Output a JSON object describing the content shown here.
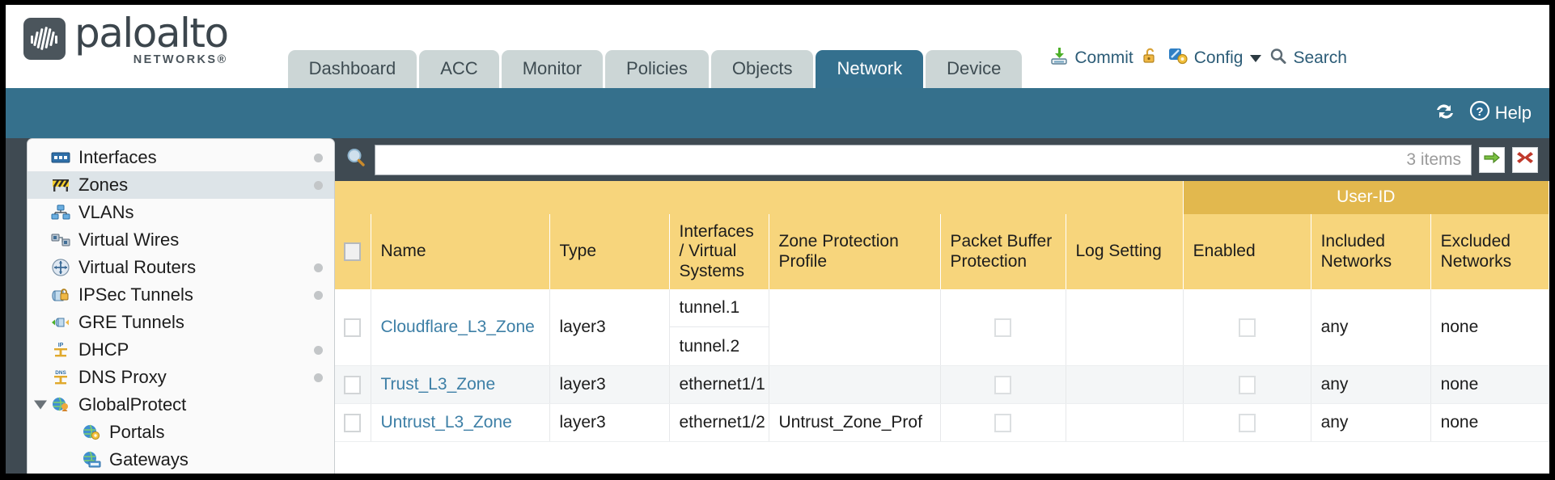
{
  "brand": {
    "name": "paloalto",
    "sub": "NETWORKS®",
    "logo_icon": "paloalto-logo-icon"
  },
  "tabs": [
    {
      "label": "Dashboard",
      "active": false
    },
    {
      "label": "ACC",
      "active": false
    },
    {
      "label": "Monitor",
      "active": false
    },
    {
      "label": "Policies",
      "active": false
    },
    {
      "label": "Objects",
      "active": false
    },
    {
      "label": "Network",
      "active": true
    },
    {
      "label": "Device",
      "active": false
    }
  ],
  "utilbar": {
    "commit": "Commit",
    "commit_icon": "commit-download-icon",
    "lock_icon": "unlock-icon",
    "config": "Config",
    "config_icon": "config-wrench-key-icon",
    "search": "Search",
    "search_icon": "search-magnifier-icon"
  },
  "blueband": {
    "refresh_icon": "refresh-icon",
    "help": "Help",
    "help_icon": "help-question-icon"
  },
  "sidebar": {
    "items": [
      {
        "label": "Interfaces",
        "icon": "interfaces-icon",
        "dot": true,
        "child": false,
        "selected": false,
        "expander": false
      },
      {
        "label": "Zones",
        "icon": "zones-barrier-icon",
        "dot": true,
        "child": false,
        "selected": true,
        "expander": false
      },
      {
        "label": "VLANs",
        "icon": "vlans-icon",
        "dot": false,
        "child": false,
        "selected": false,
        "expander": false
      },
      {
        "label": "Virtual Wires",
        "icon": "virtual-wires-icon",
        "dot": false,
        "child": false,
        "selected": false,
        "expander": false
      },
      {
        "label": "Virtual Routers",
        "icon": "virtual-routers-icon",
        "dot": true,
        "child": false,
        "selected": false,
        "expander": false
      },
      {
        "label": "IPSec Tunnels",
        "icon": "ipsec-tunnels-icon",
        "dot": true,
        "child": false,
        "selected": false,
        "expander": false
      },
      {
        "label": "GRE Tunnels",
        "icon": "gre-tunnels-icon",
        "dot": false,
        "child": false,
        "selected": false,
        "expander": false
      },
      {
        "label": "DHCP",
        "icon": "dhcp-icon",
        "dot": true,
        "child": false,
        "selected": false,
        "expander": false
      },
      {
        "label": "DNS Proxy",
        "icon": "dns-proxy-icon",
        "dot": true,
        "child": false,
        "selected": false,
        "expander": false
      },
      {
        "label": "GlobalProtect",
        "icon": "globalprotect-icon",
        "dot": false,
        "child": false,
        "selected": false,
        "expander": true
      },
      {
        "label": "Portals",
        "icon": "portals-icon",
        "dot": false,
        "child": true,
        "selected": false,
        "expander": false
      },
      {
        "label": "Gateways",
        "icon": "gateways-icon",
        "dot": false,
        "child": true,
        "selected": false,
        "expander": false
      }
    ]
  },
  "filterbar": {
    "search_icon": "search-magnifier-icon",
    "input_value": "",
    "input_placeholder": "",
    "item_count": "3 items",
    "apply_icon": "green-arrow-apply-icon",
    "clear_icon": "red-x-clear-icon"
  },
  "table": {
    "group_header": {
      "userid": "User-ID"
    },
    "headers": {
      "select_all": "select-all-checkbox",
      "name": "Name",
      "type": "Type",
      "interfaces": "Interfaces / Virtual Systems",
      "zone_protection": "Zone Protection Profile",
      "packet_buffer": "Packet Buffer Protection",
      "log_setting": "Log Setting",
      "enabled": "Enabled",
      "included_networks": "Included Networks",
      "excluded_networks": "Excluded Networks"
    },
    "rows": [
      {
        "checked": false,
        "name": "Cloudflare_L3_Zone",
        "type": "layer3",
        "interfaces": [
          "tunnel.1",
          "tunnel.2"
        ],
        "zone_protection": "",
        "packet_buffer": false,
        "log_setting": "",
        "enabled": false,
        "included_networks": "any",
        "excluded_networks": "none"
      },
      {
        "checked": false,
        "name": "Trust_L3_Zone",
        "type": "layer3",
        "interfaces": [
          "ethernet1/1"
        ],
        "zone_protection": "",
        "packet_buffer": false,
        "log_setting": "",
        "enabled": false,
        "included_networks": "any",
        "excluded_networks": "none"
      },
      {
        "checked": false,
        "name": "Untrust_L3_Zone",
        "type": "layer3",
        "interfaces": [
          "ethernet1/2"
        ],
        "zone_protection": "Untrust_Zone_Prof",
        "packet_buffer": false,
        "log_setting": "",
        "enabled": false,
        "included_networks": "any",
        "excluded_networks": "none"
      }
    ]
  },
  "colors": {
    "accent_blue": "#35708c",
    "tab_active": "#34708e",
    "tab_inactive": "#ccd6d6",
    "header_amber": "#f7d57c",
    "group_amber": "#e2b84e",
    "link_blue": "#3d7fa6",
    "chrome_dark": "#3f4a52"
  }
}
